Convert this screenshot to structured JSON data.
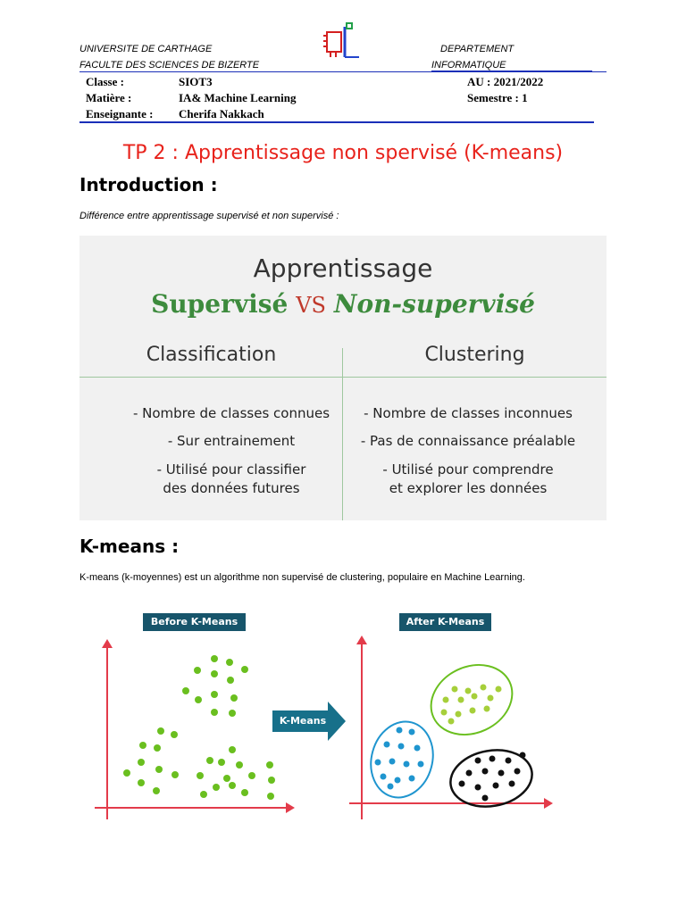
{
  "header": {
    "university": "UNIVERSITE DE CARTHAGE",
    "faculty": "FACULTE DES SCIENCES DE BIZERTE",
    "department": "DEPARTEMENT",
    "department_sub": "INFORMATIQUE",
    "classe_label": "Classe :",
    "classe_value": "SIOT3",
    "matiere_label": "Matière :",
    "matiere_value": "IA& Machine Learning",
    "enseignante_label": "Enseignante :",
    "enseignante_value": "Cherifa Nakkach",
    "au": "AU :  2021/2022",
    "semestre": "Semestre :   1"
  },
  "title": "TP 2 : Apprentissage non spervisé (K-means)",
  "intro": {
    "heading": "Introduction :",
    "subtitle": "Différence entre apprentissage supervisé et non supervisé :"
  },
  "comparison": {
    "heading": "Apprentissage",
    "supervised": "Supervisé",
    "vs": "VS",
    "unsupervised": "Non-supervisé",
    "colors": {
      "green": "#3d8b3d",
      "red": "#c0392b",
      "panel_bg": "#f1f1f1",
      "divider": "#9fc79f"
    },
    "left": {
      "title": "Classification",
      "items": [
        "- Nombre de classes connues",
        "- Sur entrainement",
        "- Utilisé pour classifier",
        "des données futures"
      ]
    },
    "right": {
      "title": "Clustering",
      "items": [
        "- Nombre de classes inconnues",
        "- Pas de connaissance préalable",
        "- Utilisé pour comprendre",
        "et explorer les données"
      ]
    }
  },
  "kmeans": {
    "heading": "K-means :",
    "description": "K-means (k-moyennes) est un  algorithme non supervisé  de clustering, populaire en Machine Learning.",
    "before_label": "Before K-Means",
    "after_label": "After K-Means",
    "arrow_label": "K-Means",
    "colors": {
      "axis": "#e33b4a",
      "tag": "#17556b",
      "green": "#6abf1f",
      "blue": "#1f95cf",
      "black": "#111111",
      "arrow": "#17708a"
    }
  }
}
